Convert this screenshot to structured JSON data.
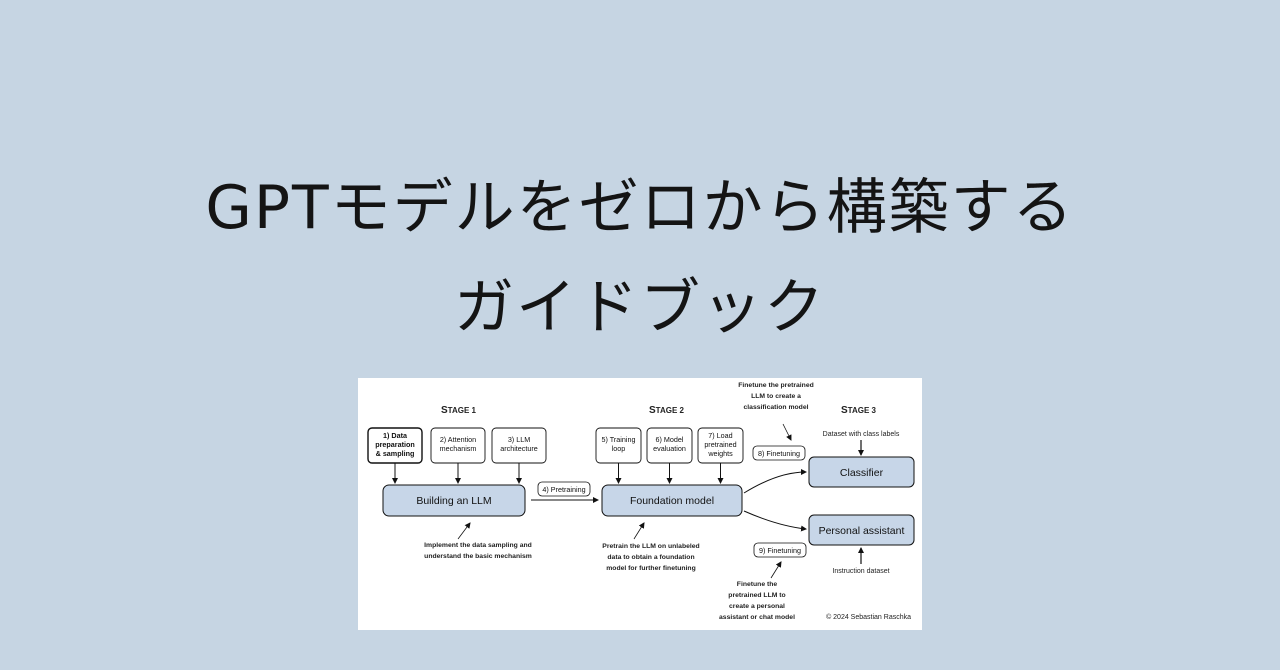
{
  "title": {
    "line1": "GPTモデルをゼロから構築する",
    "line2": "ガイドブック"
  },
  "figure": {
    "stage1": {
      "title_initial": "S",
      "title_rest": "TAGE 1"
    },
    "stage2": {
      "title_initial": "S",
      "title_rest": "TAGE 2"
    },
    "stage3": {
      "title_initial": "S",
      "title_rest": "TAGE 3"
    },
    "step1": {
      "line1": "1) Data",
      "line2": "preparation",
      "line3": "& sampling"
    },
    "step2": {
      "line1": "2) Attention",
      "line2": "mechanism"
    },
    "step3": {
      "line1": "3) LLM",
      "line2": "architecture"
    },
    "step4": "4) Pretraining",
    "step5": {
      "line1": "5) Training",
      "line2": "loop"
    },
    "step6": {
      "line1": "6) Model",
      "line2": "evaluation"
    },
    "step7": {
      "line1": "7) Load",
      "line2": "pretrained",
      "line3": "weights"
    },
    "step8": "8) Finetuning",
    "step9": "9) Finetuning",
    "building_llm": "Building an LLM",
    "foundation_model": "Foundation model",
    "classifier": "Classifier",
    "personal_assistant": "Personal assistant",
    "note_stage1": {
      "line1": "Implement the data sampling and",
      "line2": "understand the basic mechanism"
    },
    "note_stage2": {
      "line1": "Pretrain the LLM on unlabeled",
      "line2": "data to obtain a foundation",
      "line3": "model for further finetuning"
    },
    "note_classify": {
      "line1": "Finetune the pretrained",
      "line2": "LLM to create a",
      "line3": "classification model"
    },
    "note_assistant": {
      "line1": "Finetune the",
      "line2": "pretrained LLM to",
      "line3": "create a personal",
      "line4": "assistant or chat model"
    },
    "dataset_class": "Dataset with class labels",
    "dataset_instruction": "Instruction dataset",
    "copyright": "© 2024 Sebastian Raschka"
  }
}
